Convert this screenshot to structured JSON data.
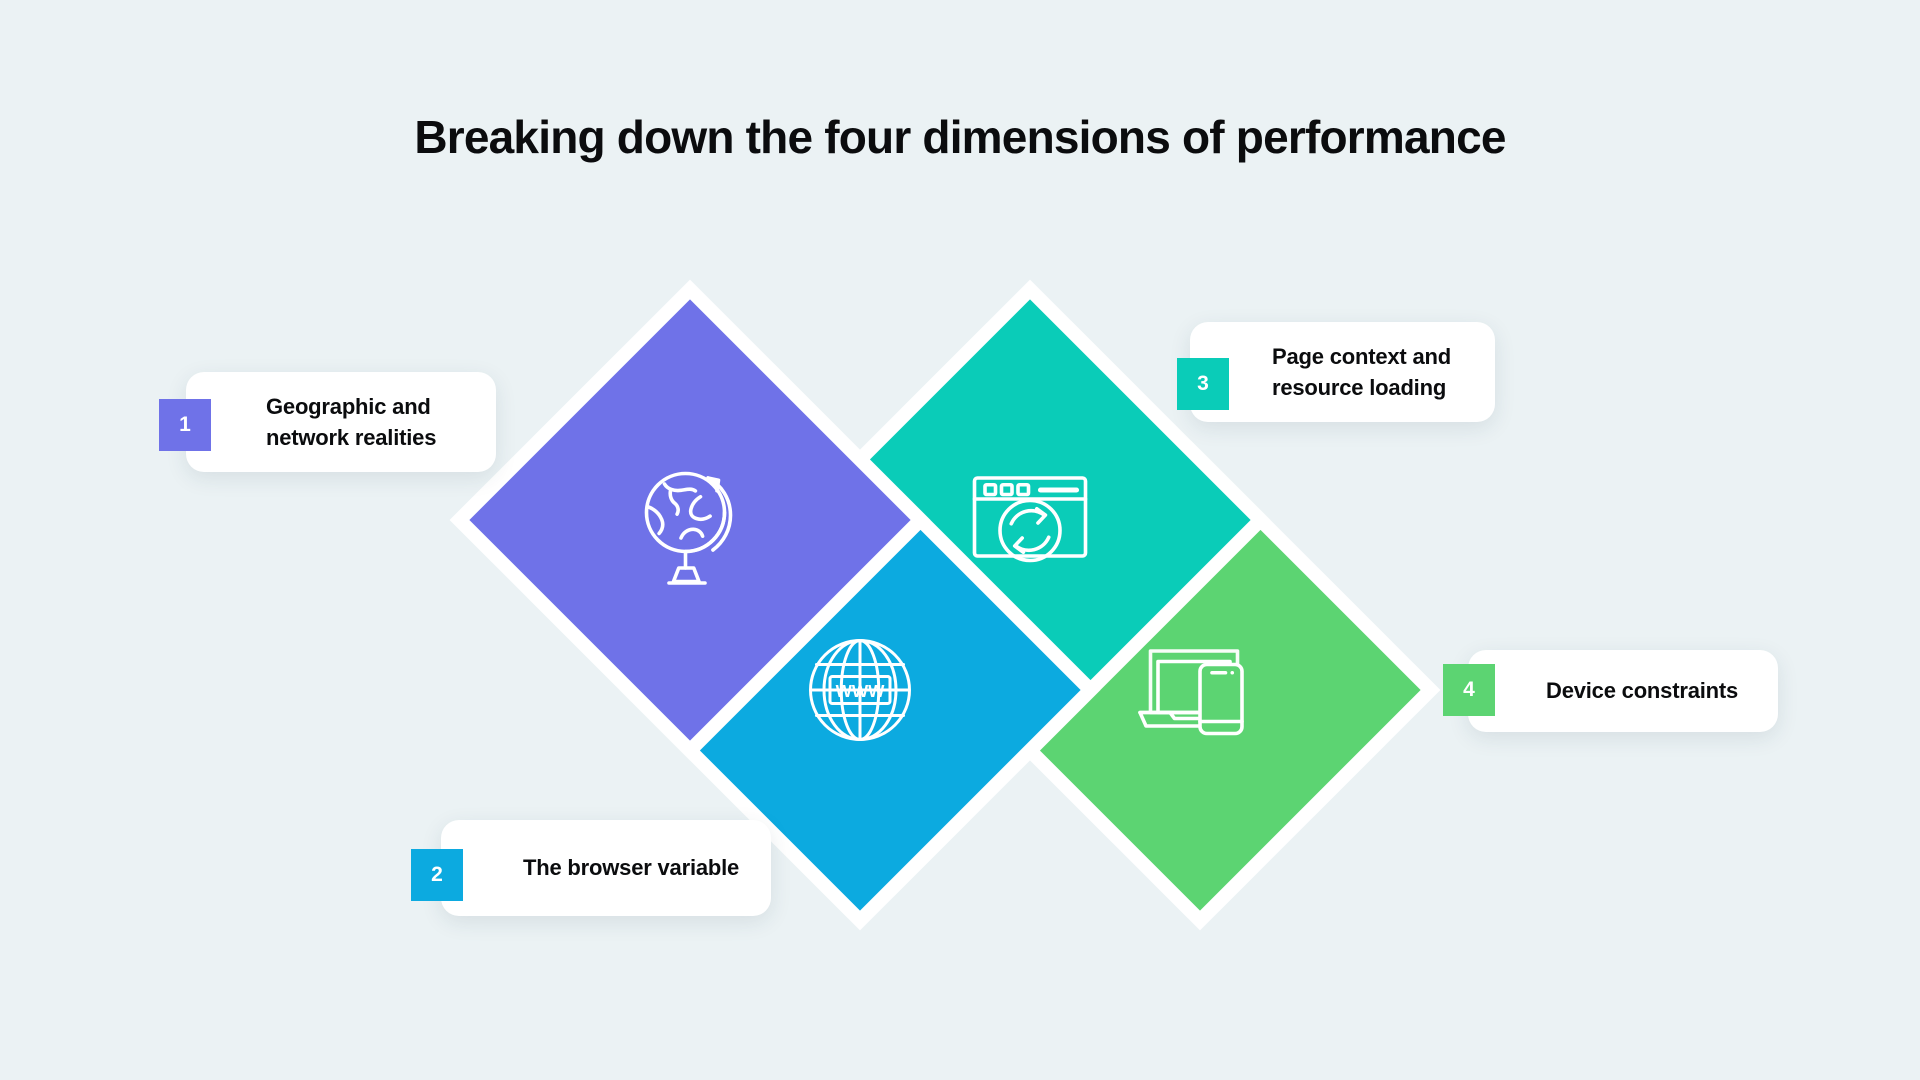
{
  "page": {
    "title": "Breaking down the four dimensions of performance",
    "background_color": "#EBF2F4",
    "text_color": "#0B0C0E"
  },
  "diamonds": [
    {
      "id": "geographic",
      "color": "#6F72E8",
      "icon": "desk-globe-icon",
      "dimension_number": "1"
    },
    {
      "id": "browser",
      "color": "#0CAAE0",
      "icon": "www-globe-icon",
      "icon_label": "WWW",
      "dimension_number": "2"
    },
    {
      "id": "page",
      "color": "#0ACCB8",
      "icon": "browser-reload-icon",
      "dimension_number": "3"
    },
    {
      "id": "device",
      "color": "#5CD472",
      "icon": "laptop-phone-icon",
      "dimension_number": "4"
    }
  ],
  "cards": [
    {
      "id": "geographic",
      "number": "1",
      "badge_color": "#6F72E8",
      "line1": "Geographic and",
      "line2": "network realities"
    },
    {
      "id": "browser",
      "number": "2",
      "badge_color": "#0CAAE0",
      "line1": "The browser variable",
      "line2": ""
    },
    {
      "id": "page",
      "number": "3",
      "badge_color": "#0ACCB8",
      "line1": "Page context and",
      "line2": "resource loading"
    },
    {
      "id": "device",
      "number": "4",
      "badge_color": "#5CD472",
      "line1": "Device constraints",
      "line2": ""
    }
  ]
}
